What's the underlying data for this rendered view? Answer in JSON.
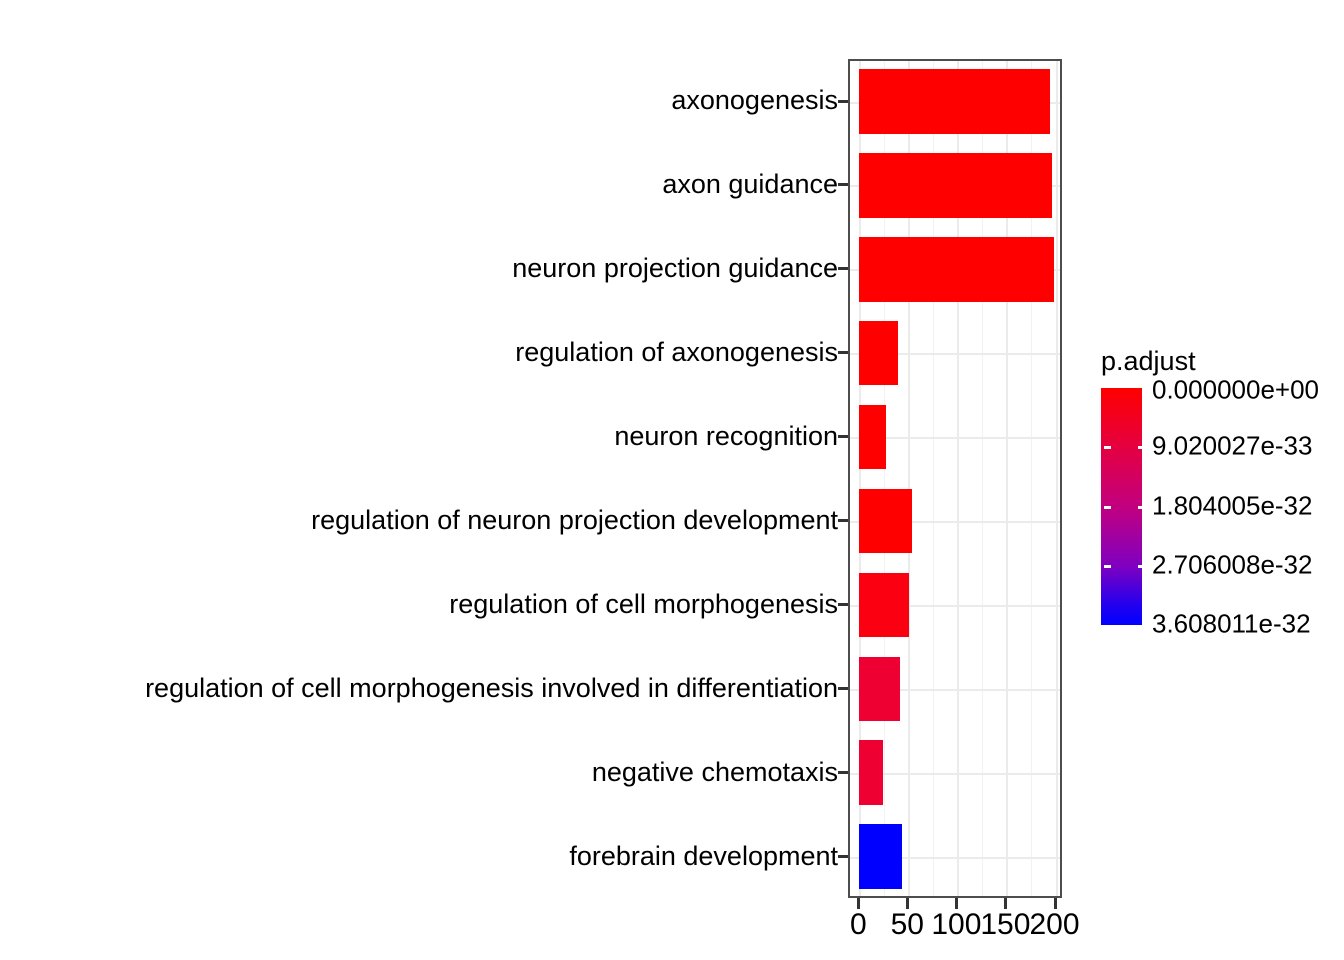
{
  "chart_data": {
    "type": "bar",
    "orientation": "horizontal",
    "title": "",
    "xlabel": "",
    "ylabel": "",
    "xlim": [
      0,
      210
    ],
    "xticks": [
      0,
      50,
      100,
      150,
      200
    ],
    "xticklabels": [
      "0",
      "50",
      "100",
      "150",
      "200"
    ],
    "grid": true,
    "categories": [
      "axonogenesis",
      "axon guidance",
      "neuron projection guidance",
      "regulation of axonogenesis",
      "neuron recognition",
      "regulation of neuron projection development",
      "regulation of cell morphogenesis",
      "regulation of cell morphogenesis involved in differentiation",
      "negative chemotaxis",
      "forebrain development"
    ],
    "values": [
      194,
      196,
      198,
      39,
      27,
      54,
      51,
      42,
      24,
      44
    ],
    "bar_colors": [
      "#FF0000",
      "#FF0000",
      "#FF0000",
      "#FF0000",
      "#FF0000",
      "#FF0000",
      "#FB0010",
      "#EE0033",
      "#EE0033",
      "#0000FF"
    ],
    "color_values": [
      "0.000000e+00",
      "0.000000e+00",
      "0.000000e+00",
      "1.0e-34",
      "3.0e-34",
      "5.0e-34",
      "1.2e-33",
      "3.0e-33",
      "3.2e-33",
      "3.608011e-32"
    ],
    "legend": {
      "title": "p.adjust",
      "position": "right",
      "ticklabels": [
        "0.000000e+00",
        "9.020027e-33",
        "1.804005e-32",
        "2.706008e-32",
        "3.608011e-32"
      ],
      "gradient_high_color": "#FF0000",
      "gradient_low_color": "#0000FF",
      "range": [
        0,
        3.608011e-32
      ]
    }
  }
}
